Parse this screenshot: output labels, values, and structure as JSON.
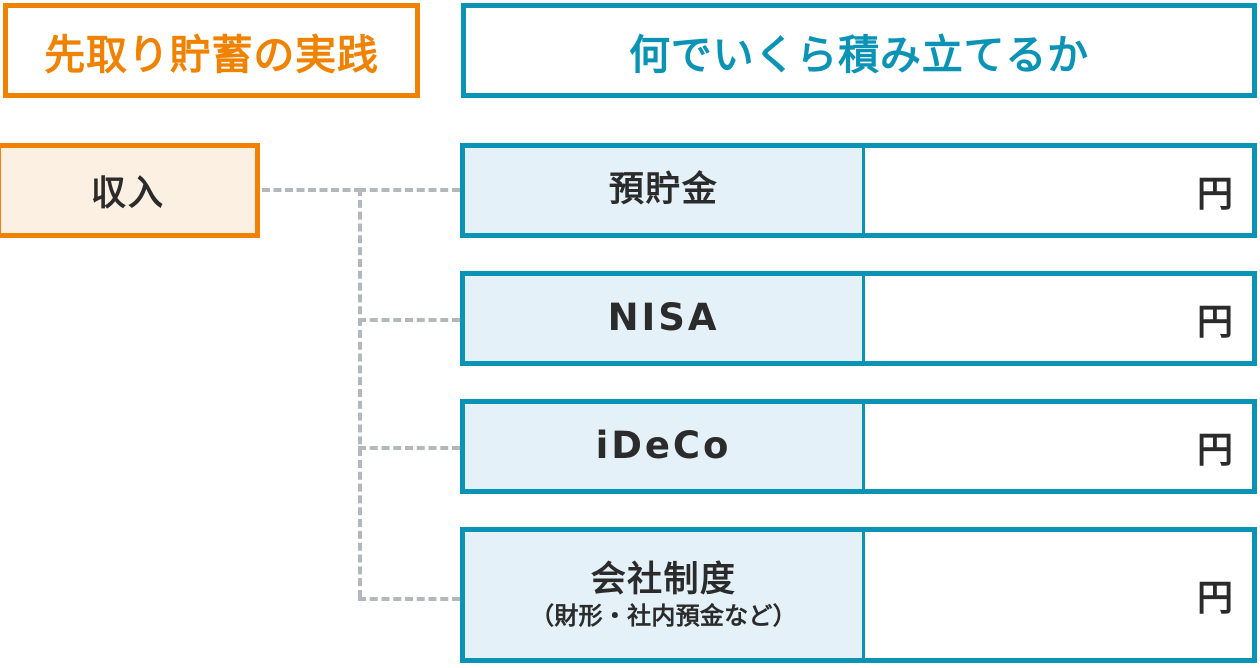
{
  "headers": {
    "left": "先取り貯蓄の実践",
    "right": "何でいくら積み立てるか"
  },
  "source": {
    "label": "収入"
  },
  "colors": {
    "orange": "#EF8200",
    "orange_fill": "#FCF0E2",
    "teal": "#0B93B5",
    "teal_fill": "#E4F1F8",
    "text": "#2B2B2B",
    "connector": "#B5B8BB"
  },
  "rows": [
    {
      "label": "預貯金",
      "sub": "",
      "amount": "",
      "unit": "円",
      "latin": false
    },
    {
      "label": "NISA",
      "sub": "",
      "amount": "",
      "unit": "円",
      "latin": true
    },
    {
      "label": "iDeCo",
      "sub": "",
      "amount": "",
      "unit": "円",
      "latin": true
    },
    {
      "label": "会社制度",
      "sub": "（財形・社内預金など）",
      "amount": "",
      "unit": "円",
      "latin": false
    }
  ]
}
